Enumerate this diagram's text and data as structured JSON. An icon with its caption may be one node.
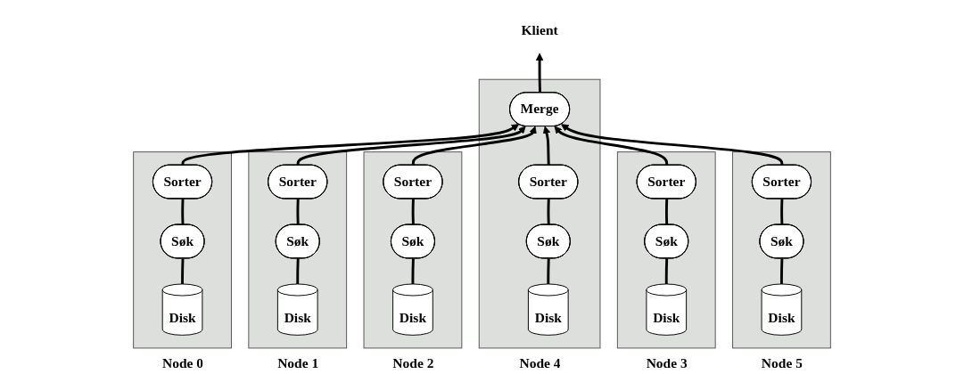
{
  "diagram": {
    "nodes": [
      {
        "text": [
          "Klient"
        ]
      },
      {
        "text": [
          "Node 0"
        ]
      },
      {
        "text": [
          "Sorter"
        ],
        "in": 1
      },
      {
        "text": [
          "Søk"
        ],
        "in": 1
      },
      {
        "text": [
          "Disk"
        ],
        "in": 1
      },
      {
        "text": [
          "Node 1"
        ]
      },
      {
        "text": [
          "Sorter"
        ],
        "in": 5
      },
      {
        "text": [
          "Søk"
        ],
        "in": 5
      },
      {
        "text": [
          "Disk"
        ],
        "in": 5
      },
      {
        "text": [
          "Node 2"
        ]
      },
      {
        "text": [
          "Sorter"
        ],
        "in": 9
      },
      {
        "text": [
          "Søk"
        ],
        "in": 9
      },
      {
        "text": [
          "Disk"
        ],
        "in": 9
      },
      {
        "text": [
          "Node 4"
        ]
      },
      {
        "text": [
          "Merge"
        ],
        "in": 13
      },
      {
        "text": [
          "Sorter"
        ],
        "in": 13
      },
      {
        "text": [
          "Søk"
        ],
        "in": 13
      },
      {
        "text": [
          "Disk"
        ],
        "in": 13
      },
      {
        "text": [
          "Node 3"
        ]
      },
      {
        "text": [
          "Sorter"
        ],
        "in": 18
      },
      {
        "text": [
          "Søk"
        ],
        "in": 18
      },
      {
        "text": [
          "Disk"
        ],
        "in": 18
      },
      {
        "text": [
          "Node 5"
        ]
      },
      {
        "text": [
          "Sorter"
        ],
        "in": 22
      },
      {
        "text": [
          "Søk"
        ],
        "in": 22
      },
      {
        "text": [
          "Disk"
        ],
        "in": 22
      }
    ],
    "edges": [
      {
        "from": 4,
        "to": 3,
        "arrow": "none"
      },
      {
        "from": 3,
        "to": 2,
        "arrow": "none"
      },
      {
        "from": 8,
        "to": 7,
        "arrow": "none"
      },
      {
        "from": 7,
        "to": 6,
        "arrow": "none"
      },
      {
        "from": 12,
        "to": 11,
        "arrow": "none"
      },
      {
        "from": 11,
        "to": 10,
        "arrow": "none"
      },
      {
        "from": 17,
        "to": 16,
        "arrow": "none"
      },
      {
        "from": 16,
        "to": 15,
        "arrow": "none"
      },
      {
        "from": 21,
        "to": 20,
        "arrow": "none"
      },
      {
        "from": 20,
        "to": 19,
        "arrow": "none"
      },
      {
        "from": 25,
        "to": 24,
        "arrow": "none"
      },
      {
        "from": 24,
        "to": 23,
        "arrow": "none"
      },
      {
        "from": 2,
        "to": 14,
        "arrow": "to"
      },
      {
        "from": 6,
        "to": 14,
        "arrow": "to"
      },
      {
        "from": 10,
        "to": 14,
        "arrow": "to"
      },
      {
        "from": 15,
        "to": 14,
        "arrow": "to"
      },
      {
        "from": 19,
        "to": 14,
        "arrow": "to"
      },
      {
        "from": 23,
        "to": 14,
        "arrow": "to"
      },
      {
        "from": 14,
        "to": 0,
        "arrow": "to"
      }
    ]
  }
}
